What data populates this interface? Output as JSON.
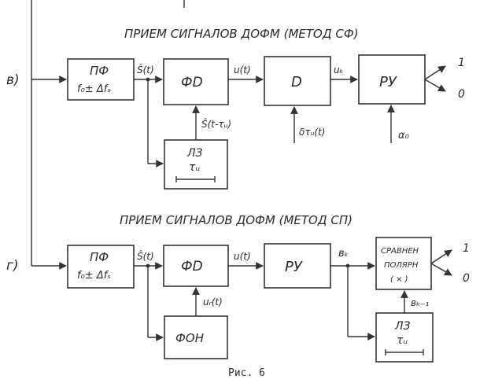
{
  "titles": {
    "sf": "ПРИЕМ СИГНАЛОВ ДОФМ (МЕТОД СФ)",
    "sp": "ПРИЕМ СИГНАЛОВ ДОФМ (МЕТОД СП)"
  },
  "row_labels": {
    "v": "в)",
    "g": "г)"
  },
  "blocks": {
    "pf1_l1": "ПФ",
    "pf1_l2": "f₀± Δfₛ",
    "fd1": "ФD",
    "d": "D",
    "ru1": "РУ",
    "lz1_l1": "ЛЗ",
    "lz1_l2": "τᵤ",
    "pf2_l1": "ПФ",
    "pf2_l2": "f₀± Δfₛ",
    "fd2": "ФD",
    "ru2": "РУ",
    "fon": "ФОН",
    "cmp_l1": "СРАВНЕН",
    "cmp_l2": "ПОЛЯРН",
    "cmp_l3": "( × )",
    "lz2_l1": "ЛЗ",
    "lz2_l2": "τᵤ"
  },
  "signals": {
    "s_hat1": "Ŝ(t)",
    "u1": "u(t)",
    "uk": "uₖ",
    "s_delay": "Ŝ(t-τᵤ)",
    "delta": "δτᵤ(t)",
    "alpha": "α₀",
    "out1_one": "1",
    "out1_zero": "0",
    "s_hat2": "Ŝ(t)",
    "u2": "u(t)",
    "bk": "вₖ",
    "ur": "uᵣ(t)",
    "bk1": "вₖ₋₁",
    "out2_one": "1",
    "out2_zero": "0"
  },
  "caption": "Рис. 6"
}
